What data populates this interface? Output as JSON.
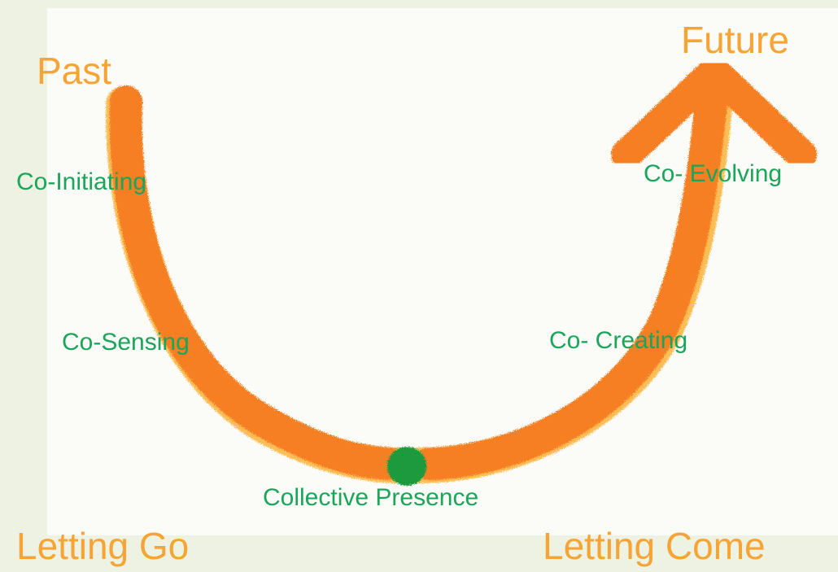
{
  "labels": {
    "past": "Past",
    "future": "Future",
    "letting_go": "Letting Go",
    "letting_come": "Letting Come"
  },
  "stages": {
    "co_initiating": "Co-Initiating",
    "co_sensing": "Co-Sensing",
    "collective_presence": "Collective Presence",
    "co_creating": "Co- Creating",
    "co_evolving": "Co- Evolving"
  },
  "colors": {
    "arrow_orange": "#f57f22",
    "arrow_highlight": "#fbb33a",
    "big_label_orange": "#f6a436",
    "stage_green": "#1aa55a",
    "presence_dot": "#1f9a3c",
    "slide_background": "#eef2e2",
    "panel_background": "#fbfcf7"
  },
  "icons": {
    "curve": "u-shaped-arrow-icon",
    "presence": "green-dot-icon"
  }
}
